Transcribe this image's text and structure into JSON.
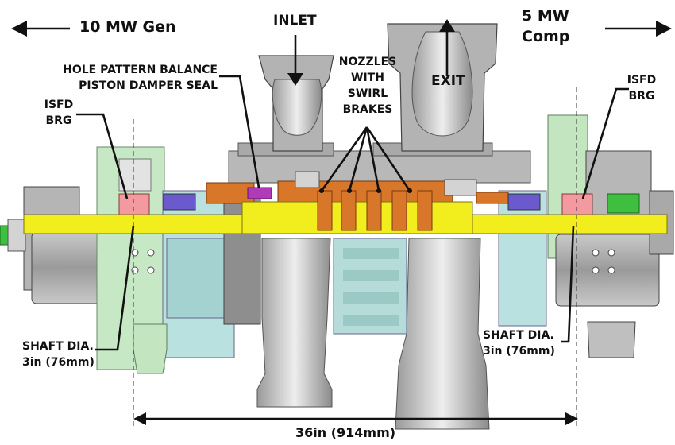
{
  "labels": {
    "gen": "10 MW Gen",
    "comp_line1": "5 MW",
    "comp_line2": "Comp",
    "inlet": "INLET",
    "exit": "EXIT",
    "hole_pattern_line1": "HOLE PATTERN BALANCE",
    "hole_pattern_line2": "PISTON DAMPER SEAL",
    "nozzles_line1": "NOZZLES",
    "nozzles_line2": "WITH",
    "nozzles_line3": "SWIRL",
    "nozzles_line4": "BRAKES",
    "isfd_left_line1": "ISFD",
    "isfd_left_line2": "BRG",
    "isfd_right_line1": "ISFD",
    "isfd_right_line2": "BRG",
    "shaft_left_line1": "SHAFT DIA.",
    "shaft_left_line2": "3in (76mm)",
    "shaft_right_line1": "SHAFT DIA.",
    "shaft_right_line2": "3in (76mm)",
    "length": "36in (914mm)"
  },
  "colors": {
    "shaft": "#f2ee1e",
    "casing": "#bdbdbd",
    "casing_dark": "#8f8f8f",
    "piping": "#cfcfcf",
    "cooling_jacket": "#b9e1e0",
    "bearing_green": "#c3e6c0",
    "bearing_pink": "#f29aa0",
    "seal_orange": "#d8772a",
    "seal_magenta": "#b03ab8",
    "green_part": "#3fbf3f",
    "line": "#111111"
  }
}
